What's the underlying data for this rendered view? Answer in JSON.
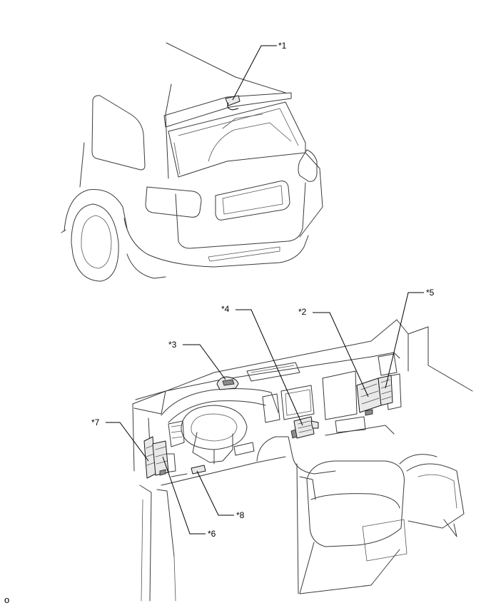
{
  "callouts": {
    "c1": "*1",
    "c2": "*2",
    "c3": "*3",
    "c4": "*4",
    "c5": "*5",
    "c6": "*6",
    "c7": "*7",
    "c8": "*8"
  },
  "figure_code": "o",
  "colors": {
    "line": "#3a3a3a",
    "part_fill": "#e9e9e9",
    "leader": "#000000"
  }
}
